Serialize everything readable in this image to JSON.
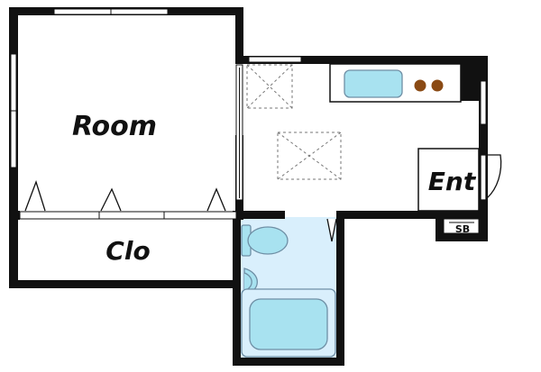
{
  "rooms": {
    "room": "Room",
    "closet": "Clo",
    "entrance": "Ent",
    "shoe_box": "SB"
  },
  "colors": {
    "wall": "#111111",
    "fixture_fill": "#a8e2f0",
    "bath_area": "#d9effc",
    "fixture_stroke": "#6f8fa5",
    "stove_burner": "#8a4a14"
  }
}
